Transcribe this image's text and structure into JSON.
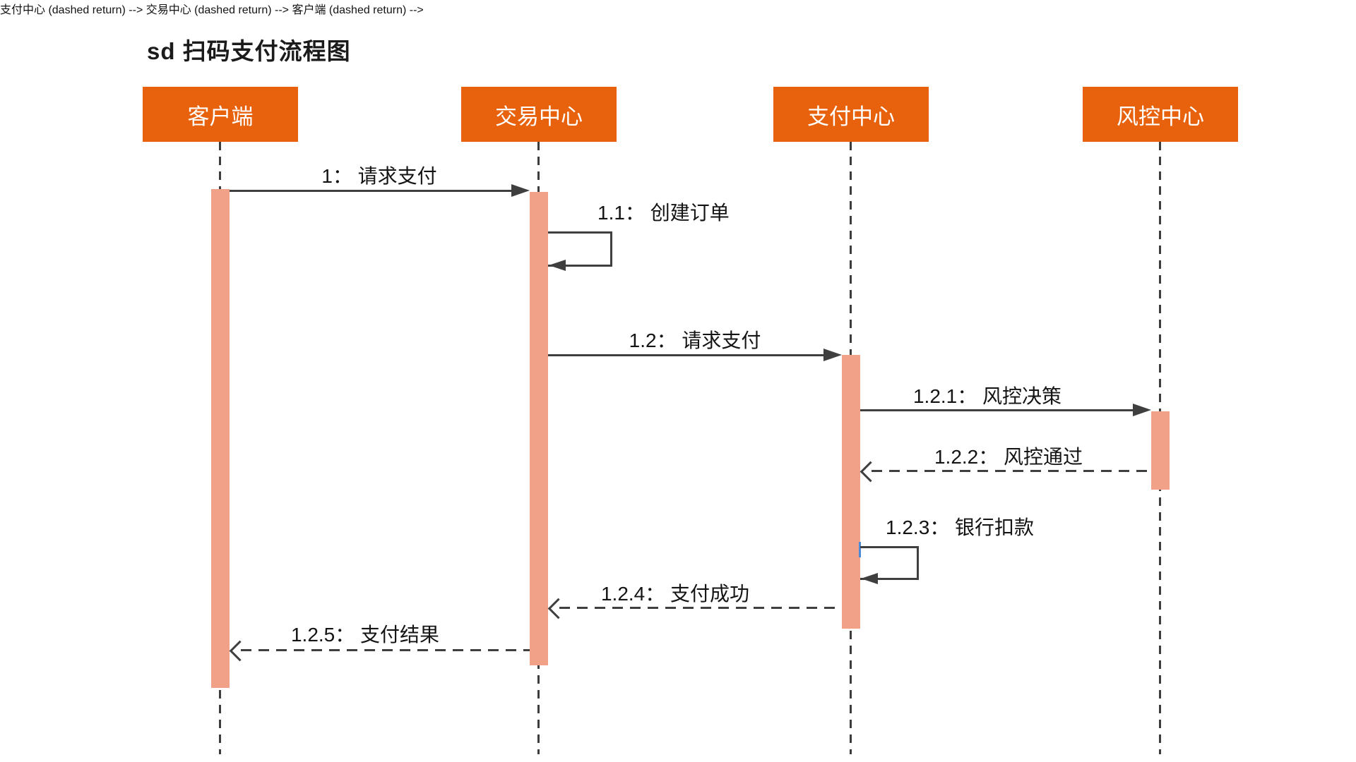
{
  "diagram": {
    "kind": "uml-sequence-diagram",
    "title": "sd 扫码支付流程图",
    "colors": {
      "actor_fill": "#E8620D",
      "actor_text": "#FFFFFF",
      "activation_fill": "#F2A189",
      "line": "#3F3F3F",
      "label_text": "#141414",
      "background": "#FFFFFF",
      "artifact_blue": "#4D8AD8"
    },
    "actors": [
      {
        "name": "客户端"
      },
      {
        "name": "交易中心"
      },
      {
        "name": "支付中心"
      },
      {
        "name": "风控中心"
      }
    ],
    "messages": [
      {
        "seq": "1",
        "label": "1： 请求支付",
        "from": "客户端",
        "to": "交易中心",
        "kind": "sync"
      },
      {
        "seq": "1.1",
        "label": "1.1： 创建订单",
        "from": "交易中心",
        "to": "交易中心",
        "kind": "self"
      },
      {
        "seq": "1.2",
        "label": "1.2： 请求支付",
        "from": "交易中心",
        "to": "支付中心",
        "kind": "sync"
      },
      {
        "seq": "1.2.1",
        "label": "1.2.1： 风控决策",
        "from": "支付中心",
        "to": "风控中心",
        "kind": "sync"
      },
      {
        "seq": "1.2.2",
        "label": "1.2.2： 风控通过",
        "from": "风控中心",
        "to": "支付中心",
        "kind": "return"
      },
      {
        "seq": "1.2.3",
        "label": "1.2.3： 银行扣款",
        "from": "支付中心",
        "to": "支付中心",
        "kind": "self"
      },
      {
        "seq": "1.2.4",
        "label": "1.2.4： 支付成功",
        "from": "支付中心",
        "to": "交易中心",
        "kind": "return"
      },
      {
        "seq": "1.2.5",
        "label": "1.2.5： 支付结果",
        "from": "交易中心",
        "to": "客户端",
        "kind": "return"
      }
    ]
  }
}
